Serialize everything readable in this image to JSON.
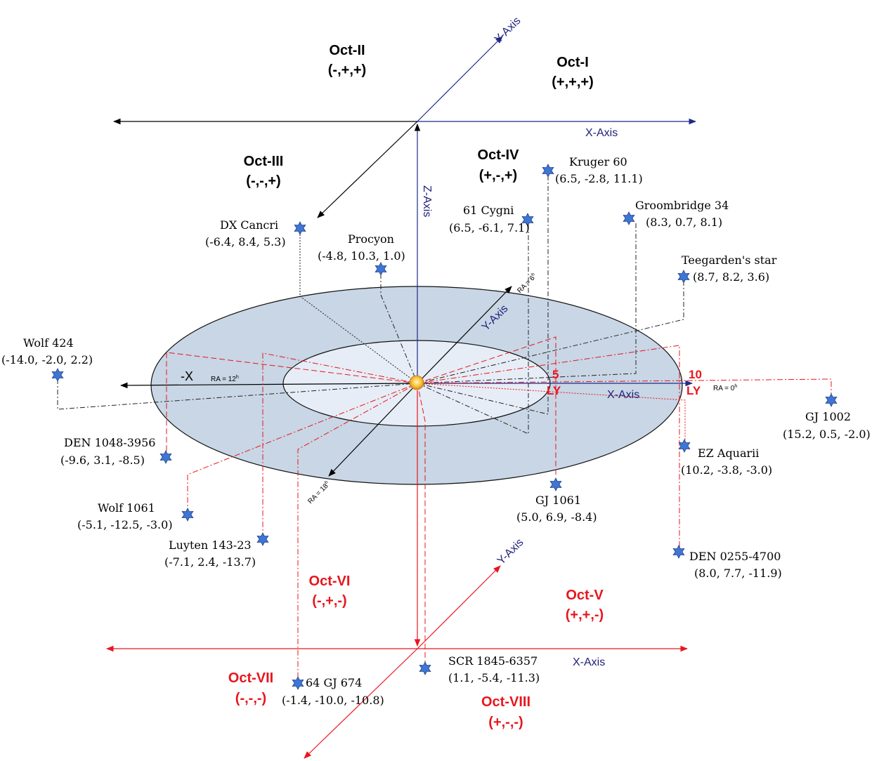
{
  "colors": {
    "upper_axes": "#000000",
    "upper_x_axis": "#1f2a8a",
    "lower_axes": "#e8161d",
    "disk_outer": "#c8d6e5",
    "disk_inner": "#e6edf6",
    "star": "#3f76d6",
    "sun": "#f2a41f"
  },
  "octants": [
    {
      "id": "oct-2",
      "name": "Oct-II",
      "signs": "(-,+,+)"
    },
    {
      "id": "oct-1",
      "name": "Oct-I",
      "signs": "(+,+,+)"
    },
    {
      "id": "oct-3",
      "name": "Oct-III",
      "signs": "(-,-,+)"
    },
    {
      "id": "oct-4",
      "name": "Oct-IV",
      "signs": "(+,-,+)"
    },
    {
      "id": "oct-6",
      "name": "Oct-VI",
      "signs": "(-,+,-)"
    },
    {
      "id": "oct-5",
      "name": "Oct-V",
      "signs": "(+,+,-)"
    },
    {
      "id": "oct-7",
      "name": "Oct-VII",
      "signs": "(-,-,-)"
    },
    {
      "id": "oct-8",
      "name": "Oct-VIII",
      "signs": "(+,-,-)"
    }
  ],
  "axes": {
    "upper_x": "X-Axis",
    "upper_y": "Y-Axis",
    "z": "Z-Axis",
    "disk_x": "X-Axis",
    "disk_y": "Y-Axis",
    "neg_x": "-X",
    "lower_x": "X-Axis",
    "lower_y": "Y-Axis"
  },
  "ra_labels": {
    "ra0": "RA = 0",
    "ra0_sup": "h",
    "ra6": "RA = 6",
    "ra6_sup": "h",
    "ra12": "RA = 12",
    "ra12_sup": "h",
    "ra18": "RA = 18",
    "ra18_sup": "h"
  },
  "distance_markers": {
    "inner_value": "5",
    "inner_unit": "LY",
    "outer_value": "10",
    "outer_unit": "LY"
  },
  "stars": [
    {
      "id": "kruger-60",
      "name": "Kruger 60",
      "coords": "(6.5, -2.8, 11.1)"
    },
    {
      "id": "groombridge-34",
      "name": "Groombridge 34",
      "coords": "(8.3, 0.7, 8.1)"
    },
    {
      "id": "61-cygni",
      "name": "61 Cygni",
      "coords": "(6.5, -6.1, 7.1)"
    },
    {
      "id": "dx-cancri",
      "name": "DX Cancri",
      "coords": "(-6.4, 8.4, 5.3)"
    },
    {
      "id": "procyon",
      "name": "Procyon",
      "coords": "(-4.8, 10.3, 1.0)"
    },
    {
      "id": "teegardens-star",
      "name": "Teegarden's star",
      "coords": "(8.7, 8.2, 3.6)"
    },
    {
      "id": "wolf-424",
      "name": "Wolf 424",
      "coords": "(-14.0, -2.0, 2.2)"
    },
    {
      "id": "gj-1002",
      "name": "GJ 1002",
      "coords": "(15.2, 0.5, -2.0)"
    },
    {
      "id": "den-1048-3956",
      "name": "DEN 1048-3956",
      "coords": "(-9.6, 3.1, -8.5)"
    },
    {
      "id": "ez-aquarii",
      "name": "EZ Aquarii",
      "coords": "(10.2, -3.8, -3.0)"
    },
    {
      "id": "wolf-1061",
      "name": "Wolf 1061",
      "coords": "(-5.1, -12.5, -3.0)"
    },
    {
      "id": "gj-1061",
      "name": "GJ 1061",
      "coords": "(5.0, 6.9, -8.4)"
    },
    {
      "id": "luyten-143-23",
      "name": "Luyten 143-23",
      "coords": "(-7.1, 2.4, -13.7)"
    },
    {
      "id": "den-0255-4700",
      "name": "DEN 0255-4700",
      "coords": "(8.0, 7.7, -11.9)"
    },
    {
      "id": "scr-1845-6357",
      "name": "SCR 1845-6357",
      "coords": "(1.1, -5.4, -11.3)"
    },
    {
      "id": "64-gj-674",
      "name": "64 GJ 674",
      "coords": "(-1.4, -10.0, -10.8)"
    }
  ]
}
